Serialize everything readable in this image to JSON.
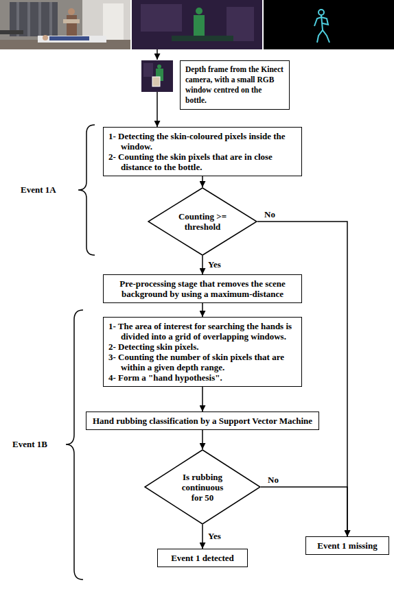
{
  "diagram": {
    "nodes": [
      {
        "text": [
          "Depth frame from the Kinect camera, with a small RGB window centred on the bottle."
        ]
      },
      {
        "text": [
          "1- Detecting the skin-coloured pixels inside the window.",
          "2- Counting the skin pixels that are in close distance to the bottle."
        ]
      },
      {
        "text": [
          "Counting >= threshold"
        ]
      },
      {
        "text": [
          "Pre-processing stage that removes the scene background by using a maximum-distance"
        ]
      },
      {
        "text": [
          "1- The area of interest for searching the hands is divided into a grid of overlapping windows.",
          "2- Detecting skin pixels.",
          "3- Counting the number of skin pixels that are within a given depth range.",
          "4- Form a \"hand hypothesis\"."
        ]
      },
      {
        "text": [
          "Hand rubbing classification by a Support Vector Machine"
        ]
      },
      {
        "text": [
          "Is rubbing continuous for 50"
        ]
      },
      {
        "text": [
          "Event 1 missing"
        ]
      },
      {
        "text": [
          "Event 1 detected"
        ]
      }
    ],
    "edges": [
      {
        "from": 1,
        "to": 2,
        "arrow": "to"
      },
      {
        "from": 2,
        "to": 3,
        "label": "Yes",
        "arrow": "to"
      },
      {
        "from": 2,
        "to": 7,
        "label": "No",
        "arrow": "to"
      },
      {
        "from": 3,
        "to": 4,
        "arrow": "to"
      },
      {
        "from": 4,
        "to": 5,
        "arrow": "to"
      },
      {
        "from": 5,
        "to": 6,
        "arrow": "to"
      },
      {
        "from": 6,
        "to": 8,
        "label": "Yes",
        "arrow": "to"
      },
      {
        "from": 6,
        "to": 7,
        "label": "No",
        "arrow": "to"
      }
    ],
    "labels": [
      "Event 1A",
      "Event 1B"
    ]
  }
}
